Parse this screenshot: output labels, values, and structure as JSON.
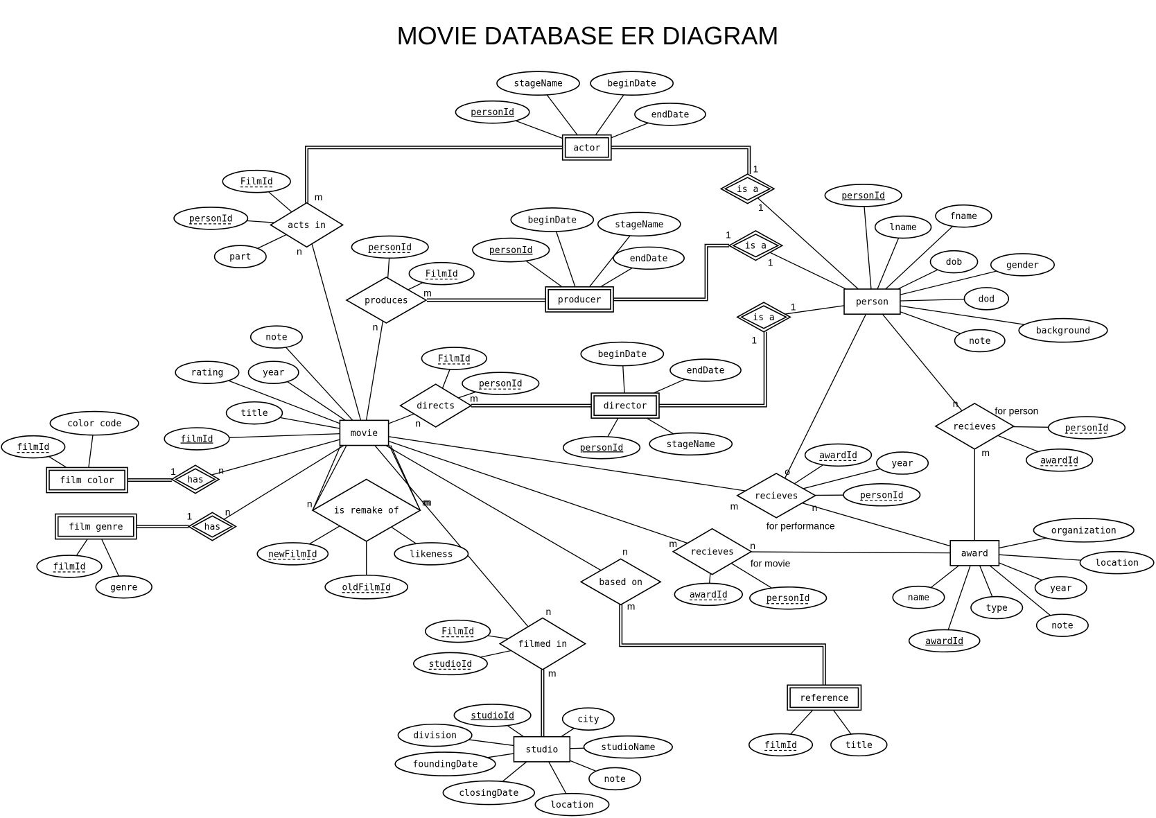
{
  "title": "MOVIE DATABASE ER DIAGRAM",
  "entities": [
    {
      "id": "actor",
      "label": "actor",
      "weak": true
    },
    {
      "id": "producer",
      "label": "producer",
      "weak": true
    },
    {
      "id": "director",
      "label": "director",
      "weak": true
    },
    {
      "id": "person",
      "label": "person",
      "weak": false
    },
    {
      "id": "movie",
      "label": "movie",
      "weak": false
    },
    {
      "id": "filmcolor",
      "label": "film color",
      "weak": true
    },
    {
      "id": "filmgenre",
      "label": "film genre",
      "weak": true
    },
    {
      "id": "award",
      "label": "award",
      "weak": false
    },
    {
      "id": "studio",
      "label": "studio",
      "weak": false
    },
    {
      "id": "reference",
      "label": "reference",
      "weak": true
    }
  ],
  "relationships": [
    {
      "id": "isa1",
      "label": "is a",
      "weak": true
    },
    {
      "id": "isa2",
      "label": "is a",
      "weak": true
    },
    {
      "id": "isa3",
      "label": "is a",
      "weak": true
    },
    {
      "id": "actsin",
      "label": "acts in",
      "weak": false
    },
    {
      "id": "produces",
      "label": "produces",
      "weak": false
    },
    {
      "id": "directs",
      "label": "directs",
      "weak": false
    },
    {
      "id": "has1",
      "label": "has",
      "weak": true
    },
    {
      "id": "has2",
      "label": "has",
      "weak": true
    },
    {
      "id": "remake",
      "label": "is remake of",
      "weak": false
    },
    {
      "id": "recperf",
      "label": "recieves",
      "weak": false,
      "note": "for performance"
    },
    {
      "id": "recpers",
      "label": "recieves",
      "weak": false,
      "note": "for person"
    },
    {
      "id": "recmovie",
      "label": "recieves",
      "weak": false,
      "note": "for movie"
    },
    {
      "id": "basedon",
      "label": "based on",
      "weak": false
    },
    {
      "id": "filmedin",
      "label": "filmed in",
      "weak": false
    }
  ],
  "attributes": [
    {
      "id": "a_act_stage",
      "label": "stageName",
      "key": "none"
    },
    {
      "id": "a_act_begin",
      "label": "beginDate",
      "key": "none"
    },
    {
      "id": "a_act_pid",
      "label": "personId",
      "key": "primary"
    },
    {
      "id": "a_act_end",
      "label": "endDate",
      "key": "none"
    },
    {
      "id": "a_ai_film",
      "label": "FilmId",
      "key": "partial"
    },
    {
      "id": "a_ai_pid",
      "label": "personId",
      "key": "partial"
    },
    {
      "id": "a_ai_part",
      "label": "part",
      "key": "none"
    },
    {
      "id": "a_pr_pid",
      "label": "personId",
      "key": "partial"
    },
    {
      "id": "a_pr_film",
      "label": "FilmId",
      "key": "partial"
    },
    {
      "id": "a_prd_begin",
      "label": "beginDate",
      "key": "none"
    },
    {
      "id": "a_prd_stage",
      "label": "stageName",
      "key": "none"
    },
    {
      "id": "a_prd_pid",
      "label": "personId",
      "key": "primary"
    },
    {
      "id": "a_prd_end",
      "label": "endDate",
      "key": "none"
    },
    {
      "id": "a_per_pid",
      "label": "personId",
      "key": "primary"
    },
    {
      "id": "a_per_lname",
      "label": "lname",
      "key": "none"
    },
    {
      "id": "a_per_fname",
      "label": "fname",
      "key": "none"
    },
    {
      "id": "a_per_dob",
      "label": "dob",
      "key": "none"
    },
    {
      "id": "a_per_gender",
      "label": "gender",
      "key": "none"
    },
    {
      "id": "a_per_dod",
      "label": "dod",
      "key": "none"
    },
    {
      "id": "a_per_bg",
      "label": "background",
      "key": "none"
    },
    {
      "id": "a_per_note",
      "label": "note",
      "key": "none"
    },
    {
      "id": "a_dir_film",
      "label": "FilmId",
      "key": "partial"
    },
    {
      "id": "a_dir_pid",
      "label": "personId",
      "key": "partial"
    },
    {
      "id": "a_drc_begin",
      "label": "beginDate",
      "key": "none"
    },
    {
      "id": "a_drc_end",
      "label": "endDate",
      "key": "none"
    },
    {
      "id": "a_drc_pid",
      "label": "personId",
      "key": "primary"
    },
    {
      "id": "a_drc_stage",
      "label": "stageName",
      "key": "none"
    },
    {
      "id": "a_mv_note",
      "label": "note",
      "key": "none"
    },
    {
      "id": "a_mv_rating",
      "label": "rating",
      "key": "none"
    },
    {
      "id": "a_mv_year",
      "label": "year",
      "key": "none"
    },
    {
      "id": "a_mv_title",
      "label": "title",
      "key": "none"
    },
    {
      "id": "a_mv_fid",
      "label": "filmId",
      "key": "primary"
    },
    {
      "id": "a_fc_code",
      "label": "color code",
      "key": "none"
    },
    {
      "id": "a_fc_fid",
      "label": "filmId",
      "key": "partial"
    },
    {
      "id": "a_fg_fid",
      "label": "filmId",
      "key": "partial"
    },
    {
      "id": "a_fg_genre",
      "label": "genre",
      "key": "none"
    },
    {
      "id": "a_rm_new",
      "label": "newFilmId",
      "key": "partial"
    },
    {
      "id": "a_rm_old",
      "label": "oldFilmId",
      "key": "partial"
    },
    {
      "id": "a_rm_like",
      "label": "likeness",
      "key": "none"
    },
    {
      "id": "a_rp_aid",
      "label": "awardId",
      "key": "partial"
    },
    {
      "id": "a_rp_year",
      "label": "year",
      "key": "none"
    },
    {
      "id": "a_rp_pid",
      "label": "personId",
      "key": "partial"
    },
    {
      "id": "a_rs_pid",
      "label": "personId",
      "key": "partial"
    },
    {
      "id": "a_rs_aid",
      "label": "awardId",
      "key": "partial"
    },
    {
      "id": "a_rmv_aid",
      "label": "awardId",
      "key": "partial"
    },
    {
      "id": "a_rmv_pid",
      "label": "personId",
      "key": "partial"
    },
    {
      "id": "a_aw_org",
      "label": "organization",
      "key": "none"
    },
    {
      "id": "a_aw_loc",
      "label": "location",
      "key": "none"
    },
    {
      "id": "a_aw_year",
      "label": "year",
      "key": "none"
    },
    {
      "id": "a_aw_note",
      "label": "note",
      "key": "none"
    },
    {
      "id": "a_aw_type",
      "label": "type",
      "key": "none"
    },
    {
      "id": "a_aw_name",
      "label": "name",
      "key": "none"
    },
    {
      "id": "a_aw_aid",
      "label": "awardId",
      "key": "primary"
    },
    {
      "id": "a_fi_fid",
      "label": "FilmId",
      "key": "partial"
    },
    {
      "id": "a_fi_sid",
      "label": "studioId",
      "key": "partial"
    },
    {
      "id": "a_st_sid",
      "label": "studioId",
      "key": "primary"
    },
    {
      "id": "a_st_city",
      "label": "city",
      "key": "none"
    },
    {
      "id": "a_st_div",
      "label": "division",
      "key": "none"
    },
    {
      "id": "a_st_name",
      "label": "studioName",
      "key": "none"
    },
    {
      "id": "a_st_found",
      "label": "foundingDate",
      "key": "none"
    },
    {
      "id": "a_st_note",
      "label": "note",
      "key": "none"
    },
    {
      "id": "a_st_close",
      "label": "closingDate",
      "key": "none"
    },
    {
      "id": "a_st_loc",
      "label": "location",
      "key": "none"
    },
    {
      "id": "a_ref_fid",
      "label": "filmId",
      "key": "partial"
    },
    {
      "id": "a_ref_title",
      "label": "title",
      "key": "none"
    }
  ],
  "cardinality_labels": [
    {
      "id": "c_actor_actsin",
      "label": "m"
    },
    {
      "id": "c_movie_actsin",
      "label": "n"
    },
    {
      "id": "c_actor_isa1",
      "label": "1"
    },
    {
      "id": "c_person_isa1",
      "label": "1"
    },
    {
      "id": "c_producer_isa2",
      "label": "1"
    },
    {
      "id": "c_person_isa2",
      "label": "1"
    },
    {
      "id": "c_person_isa3",
      "label": "1"
    },
    {
      "id": "c_director_isa3",
      "label": "1"
    },
    {
      "id": "c_producer_produces",
      "label": "m"
    },
    {
      "id": "c_movie_produces",
      "label": "n"
    },
    {
      "id": "c_director_directs",
      "label": "m"
    },
    {
      "id": "c_movie_directs",
      "label": "n"
    },
    {
      "id": "c_fc_has",
      "label": "1"
    },
    {
      "id": "c_movie_has1",
      "label": "n"
    },
    {
      "id": "c_fg_has",
      "label": "1"
    },
    {
      "id": "c_movie_has2",
      "label": "n"
    },
    {
      "id": "c_remake_n",
      "label": "n"
    },
    {
      "id": "c_remake_m",
      "label": "m"
    },
    {
      "id": "c_movie_filmedin",
      "label": "m"
    },
    {
      "id": "c_filmedin_n",
      "label": "n"
    },
    {
      "id": "c_studio_filmedin",
      "label": "m"
    },
    {
      "id": "c_movie_basedon",
      "label": "n"
    },
    {
      "id": "c_ref_basedon",
      "label": "m"
    },
    {
      "id": "c_movie_recmovie",
      "label": "m"
    },
    {
      "id": "c_award_recmovie",
      "label": "n"
    },
    {
      "id": "c_movie_recperf",
      "label": "m"
    },
    {
      "id": "c_person_recperf",
      "label": "o"
    },
    {
      "id": "c_award_recperf",
      "label": "n"
    },
    {
      "id": "c_person_recpers",
      "label": "n"
    },
    {
      "id": "c_award_recpers",
      "label": "m"
    }
  ]
}
